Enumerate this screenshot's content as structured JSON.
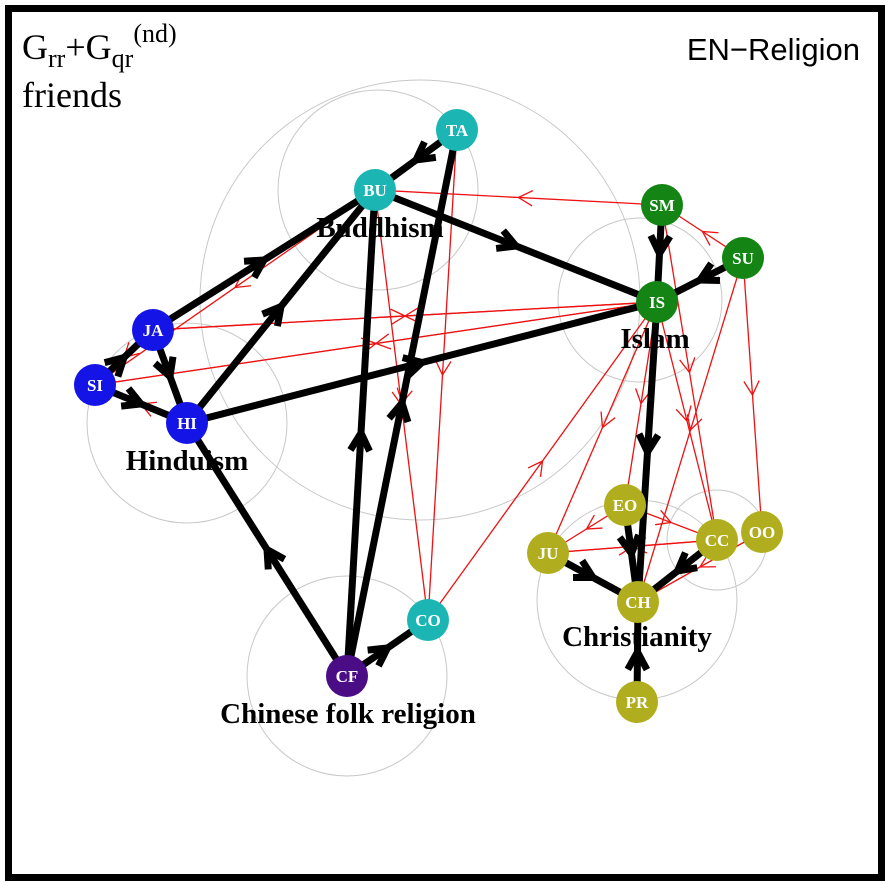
{
  "title": {
    "g1": "G",
    "s1": "rr",
    "plus": "+G",
    "s2": "qr",
    "sup": "(nd)",
    "line2": "friends"
  },
  "dataset_label": "EN−Religion",
  "groups": [
    {
      "id": "buddhism",
      "label": "Buddhism"
    },
    {
      "id": "islam",
      "label": "Islam"
    },
    {
      "id": "hinduism",
      "label": "Hinduism"
    },
    {
      "id": "christianity",
      "label": "Christianity"
    },
    {
      "id": "chinese",
      "label": "Chinese folk religion"
    }
  ],
  "colors": {
    "buddhism": "#1bb6b4",
    "islam": "#148414",
    "hinduism": "#1414e6",
    "christianity": "#b0ae1e",
    "chinese": "#4a0d86",
    "strong_edge": "#000000",
    "weak_edge": "#ee1111",
    "circle": "#c8c8c8"
  },
  "nodes": [
    {
      "id": "TA",
      "group": "buddhism"
    },
    {
      "id": "BU",
      "group": "buddhism"
    },
    {
      "id": "CO",
      "group": "buddhism"
    },
    {
      "id": "SM",
      "group": "islam"
    },
    {
      "id": "SU",
      "group": "islam"
    },
    {
      "id": "IS",
      "group": "islam"
    },
    {
      "id": "JA",
      "group": "hinduism"
    },
    {
      "id": "SI",
      "group": "hinduism"
    },
    {
      "id": "HI",
      "group": "hinduism"
    },
    {
      "id": "EO",
      "group": "christianity"
    },
    {
      "id": "JU",
      "group": "christianity"
    },
    {
      "id": "CC",
      "group": "christianity"
    },
    {
      "id": "OO",
      "group": "christianity"
    },
    {
      "id": "CH",
      "group": "christianity"
    },
    {
      "id": "PR",
      "group": "christianity"
    },
    {
      "id": "CF",
      "group": "chinese"
    }
  ],
  "strong_edges": [
    [
      "BU",
      "IS"
    ],
    [
      "HI",
      "IS"
    ],
    [
      "HI",
      "BU"
    ],
    [
      "JA",
      "BU"
    ],
    [
      "CF",
      "HI"
    ],
    [
      "CF",
      "BU"
    ],
    [
      "CF",
      "TA"
    ],
    [
      "CF",
      "CO"
    ],
    [
      "SM",
      "IS"
    ],
    [
      "SU",
      "IS"
    ],
    [
      "IS",
      "CH"
    ],
    [
      "JU",
      "CH"
    ],
    [
      "EO",
      "CH"
    ],
    [
      "CC",
      "CH"
    ],
    [
      "PR",
      "CH"
    ],
    [
      "TA",
      "BU"
    ],
    [
      "JA",
      "HI"
    ],
    [
      "SI",
      "HI"
    ],
    [
      "SI",
      "JA"
    ]
  ],
  "weak_edges": [
    [
      "SM",
      "BU"
    ],
    [
      "IS",
      "JA"
    ],
    [
      "IS",
      "SI"
    ],
    [
      "SU",
      "SM"
    ],
    [
      "SU",
      "IS"
    ],
    [
      "JA",
      "SI"
    ],
    [
      "HI",
      "SI"
    ],
    [
      "BU",
      "SI"
    ],
    [
      "TA",
      "CO"
    ],
    [
      "BU",
      "CO"
    ],
    [
      "TA",
      "CF"
    ],
    [
      "CO",
      "IS"
    ],
    [
      "IS",
      "JU"
    ],
    [
      "IS",
      "EO"
    ],
    [
      "SU",
      "CH"
    ],
    [
      "SM",
      "CC"
    ],
    [
      "SU",
      "OO"
    ],
    [
      "JU",
      "CC"
    ],
    [
      "EO",
      "CC"
    ],
    [
      "OO",
      "CH"
    ],
    [
      "CC",
      "JU"
    ],
    [
      "PR",
      "CH"
    ],
    [
      "EO",
      "JU"
    ],
    [
      "JA",
      "IS"
    ],
    [
      "CF",
      "CO"
    ],
    [
      "BU",
      "IS"
    ],
    [
      "HI",
      "IS"
    ],
    [
      "IS",
      "CC"
    ],
    [
      "JA",
      "BU"
    ],
    [
      "SI",
      "IS"
    ]
  ]
}
